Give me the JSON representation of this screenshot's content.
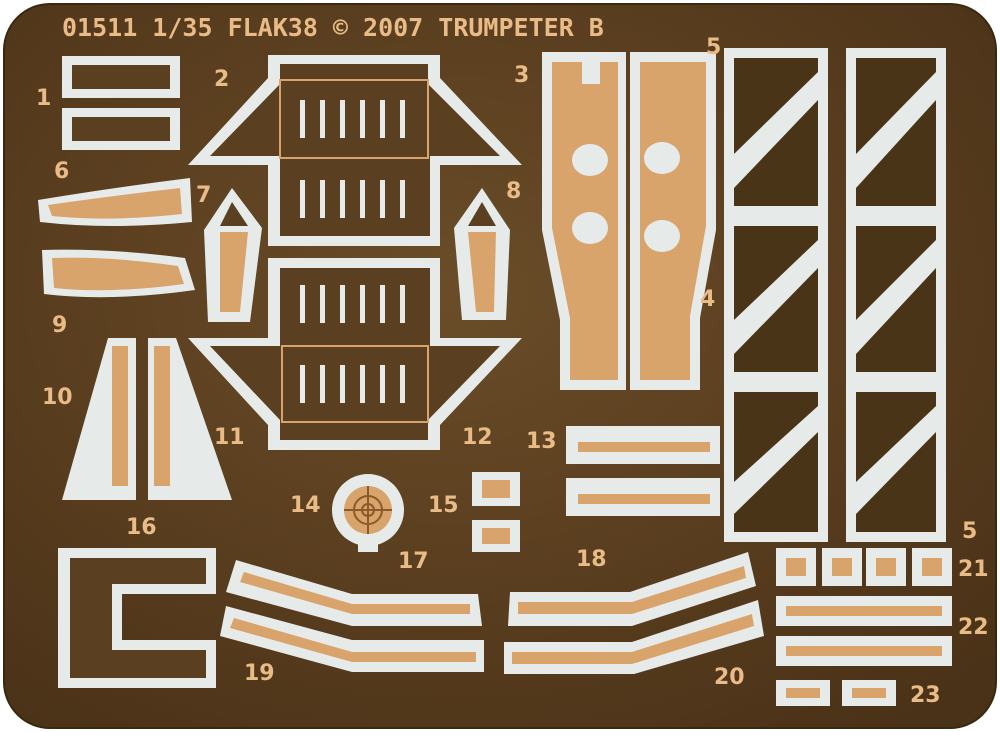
{
  "title": "01511  1/35 FLAK38 © 2007 TRUMPETER    B",
  "colors": {
    "brass": "#5a4020",
    "brass_dark": "#4a3418",
    "cutout": "#e6ebea",
    "copper": "#d9a46c",
    "copper_edge": "#8a5a2a",
    "text": "#e9bb86"
  },
  "part_numbers": {
    "p1": "1",
    "p2": "2",
    "p3": "3",
    "p4": "4",
    "p5a": "5",
    "p5b": "5",
    "p6": "6",
    "p7": "7",
    "p8": "8",
    "p9": "9",
    "p10": "10",
    "p11": "11",
    "p12": "12",
    "p13": "13",
    "p14": "14",
    "p15": "15",
    "p16": "16",
    "p17": "17",
    "p18": "18",
    "p19": "19",
    "p20": "20",
    "p21": "21",
    "p22": "22",
    "p23": "23"
  }
}
